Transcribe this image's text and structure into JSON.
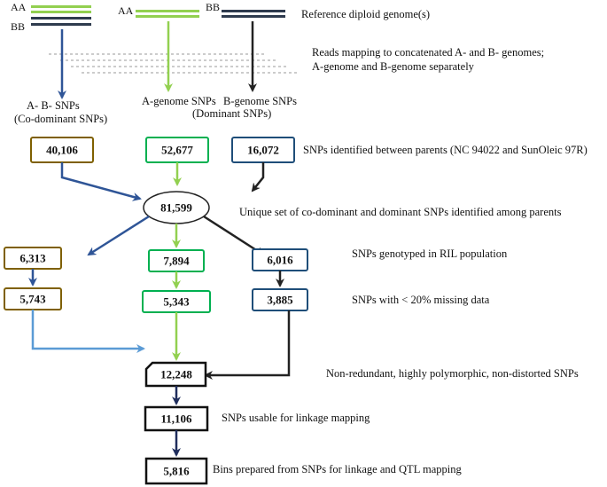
{
  "colors": {
    "a_genome": "#92d050",
    "b_genome": "#2e3b4e",
    "codominant": "#2f5597",
    "olive": "#7f6000",
    "green_box": "#00b050",
    "blue_box": "#1f4e79",
    "light_blue": "#5b9bd5",
    "dark_navy": "#1f2d5c",
    "dashed": "#999999"
  },
  "genome": {
    "aa_left": "AA",
    "bb_left": "BB",
    "aa_mid": "AA",
    "bb_right": "BB"
  },
  "labels": {
    "reference": "Reference diploid genome(s)",
    "reads_mapping_1": "Reads mapping to concatenated A- and B- genomes;",
    "reads_mapping_2": "A-genome and B-genome separately",
    "codominant_1": "A- B- SNPs",
    "codominant_2": "(Co-dominant SNPs)",
    "a_genome_snps": "A-genome SNPs",
    "b_genome_1": "B-genome SNPs",
    "b_genome_2": "(Dominant SNPs)",
    "snps_between_parents": "SNPs identified between parents (NC 94022 and SunOleic 97R)",
    "unique_set": "Unique set of co-dominant and dominant SNPs identified among parents",
    "genotyped": "SNPs genotyped in RIL population",
    "missing": "SNPs with < 20% missing data",
    "non_redundant": "Non-redundant, highly polymorphic, non-distorted SNPs",
    "usable": "SNPs usable for linkage mapping",
    "bins": "Bins prepared from SNPs for linkage and QTL mapping"
  },
  "boxes": {
    "parents_codominant": "40,106",
    "parents_a": "52,677",
    "parents_b": "16,072",
    "unique": "81,599",
    "genotyped_codominant": "6,313",
    "genotyped_a": "7,894",
    "genotyped_b": "6,016",
    "missing_codominant": "5,743",
    "missing_a": "5,343",
    "missing_b": "3,885",
    "non_redundant": "12,248",
    "usable": "11,106",
    "bins": "5,816"
  }
}
